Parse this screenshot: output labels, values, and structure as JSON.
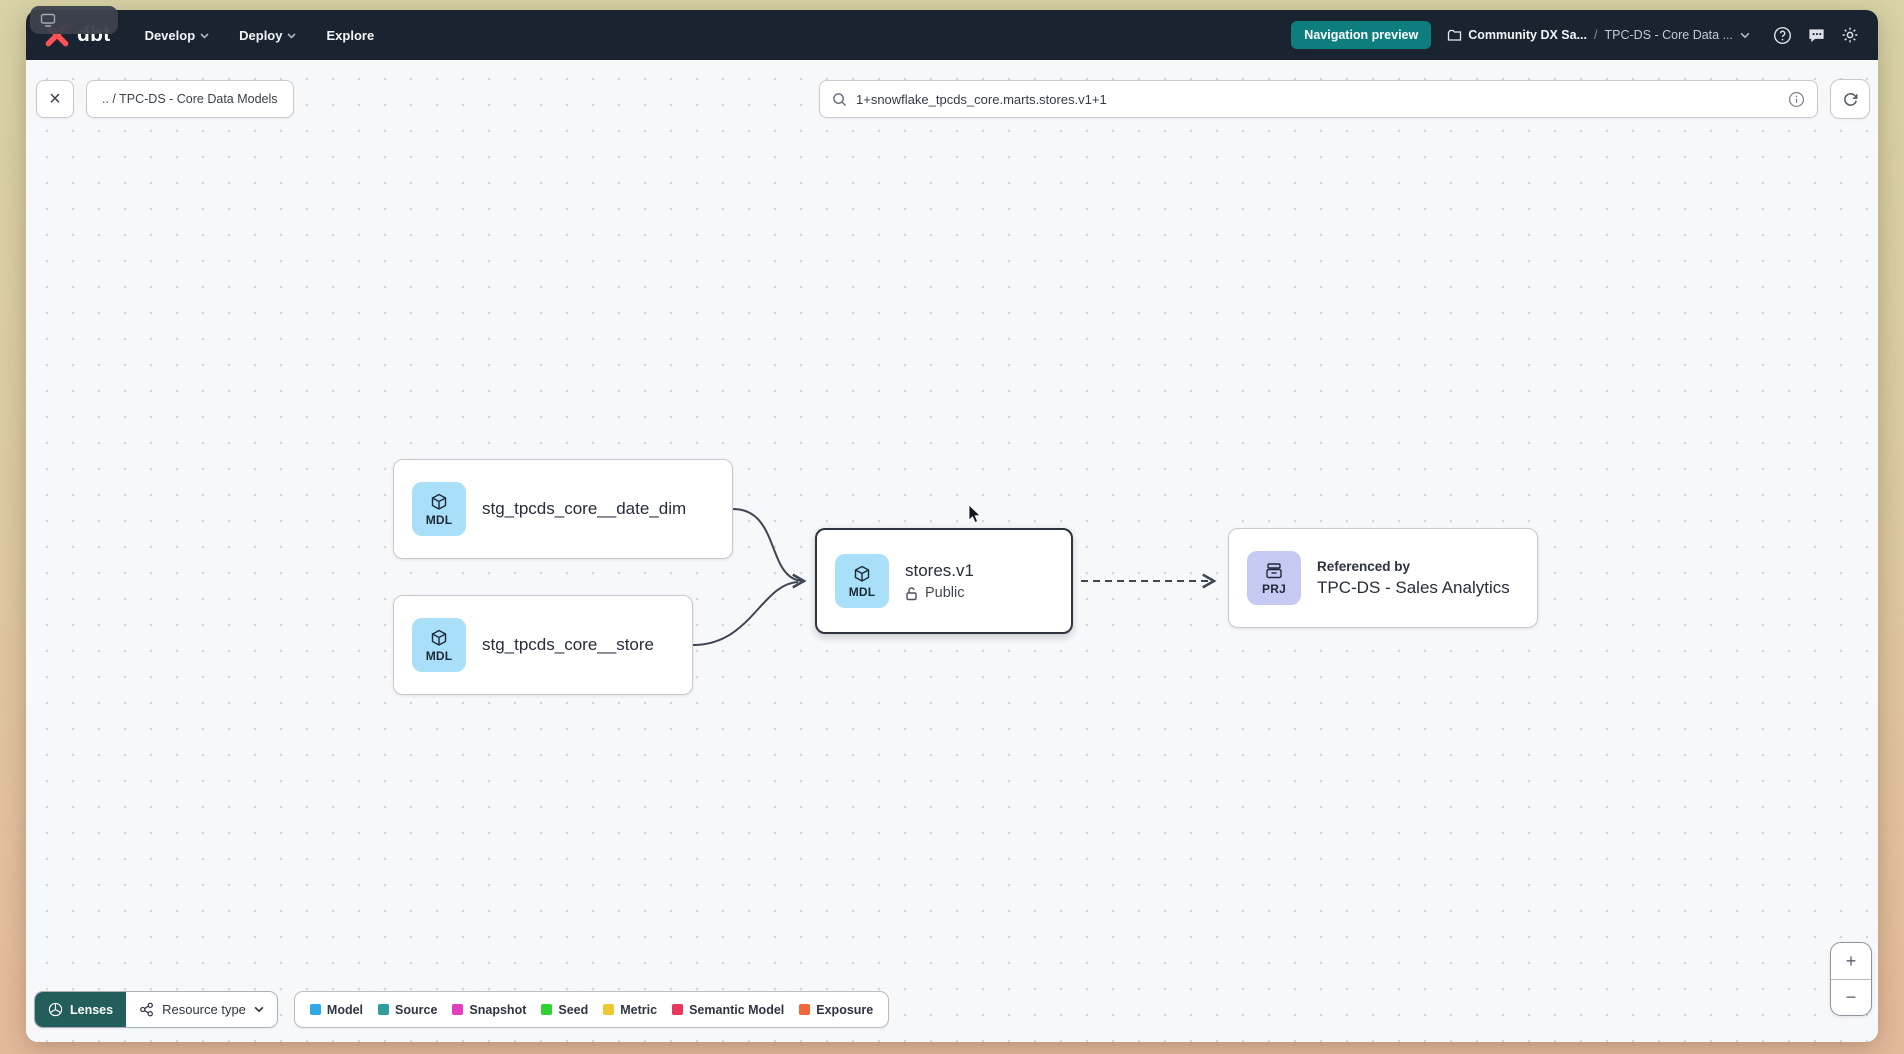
{
  "navbar": {
    "logo_text": "dbt",
    "menus": [
      {
        "label": "Develop"
      },
      {
        "label": "Deploy"
      },
      {
        "label": "Explore"
      }
    ],
    "preview_badge": "Navigation preview",
    "breadcrumb": {
      "project": "Community DX Sa...",
      "separator": "/",
      "page": "TPC-DS - Core Data ..."
    }
  },
  "toolbar": {
    "close_label": "×",
    "path_chip": ".. / TPC-DS - Core Data Models",
    "search_value": "1+snowflake_tpcds_core.marts.stores.v1+1"
  },
  "graph": {
    "nodes": [
      {
        "badge": "MDL",
        "title": "stg_tpcds_core__date_dim"
      },
      {
        "badge": "MDL",
        "title": "stg_tpcds_core__store"
      },
      {
        "badge": "MDL",
        "title": "stores.v1",
        "access": "Public"
      },
      {
        "badge": "PRJ",
        "subtitle": "Referenced by",
        "title": "TPC-DS - Sales Analytics"
      }
    ]
  },
  "footer": {
    "lenses_label": "Lenses",
    "resource_type_label": "Resource type",
    "legend": [
      {
        "label": "Model",
        "color": "#2ea8e6"
      },
      {
        "label": "Source",
        "color": "#2f9e9c"
      },
      {
        "label": "Snapshot",
        "color": "#e23ebe"
      },
      {
        "label": "Seed",
        "color": "#30d135"
      },
      {
        "label": "Metric",
        "color": "#eec735"
      },
      {
        "label": "Semantic Model",
        "color": "#e8365e"
      },
      {
        "label": "Exposure",
        "color": "#f2663a"
      }
    ]
  },
  "zoom_controls": {
    "zoom_in": "+",
    "zoom_out": "−"
  },
  "colors": {
    "preview_badge_bg": "#0d7d7d",
    "lenses_bg": "#235e5b",
    "model_badge_bg": "#a9dff8",
    "project_badge_bg": "#c5caf2",
    "navbar_bg": "#1a2330",
    "edge": "#3f4654"
  }
}
